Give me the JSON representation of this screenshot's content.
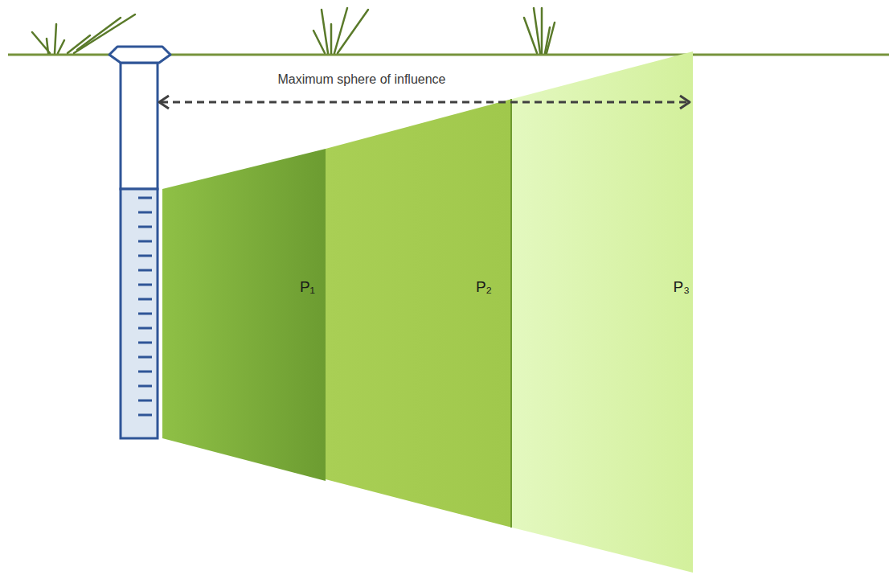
{
  "diagram": {
    "nodes": [
      {
        "text": [
          "P₁"
        ]
      },
      {
        "text": [
          "P₂"
        ]
      },
      {
        "text": [
          "P₃"
        ]
      }
    ],
    "labels": [
      "Maximum sphere of influence"
    ]
  }
}
